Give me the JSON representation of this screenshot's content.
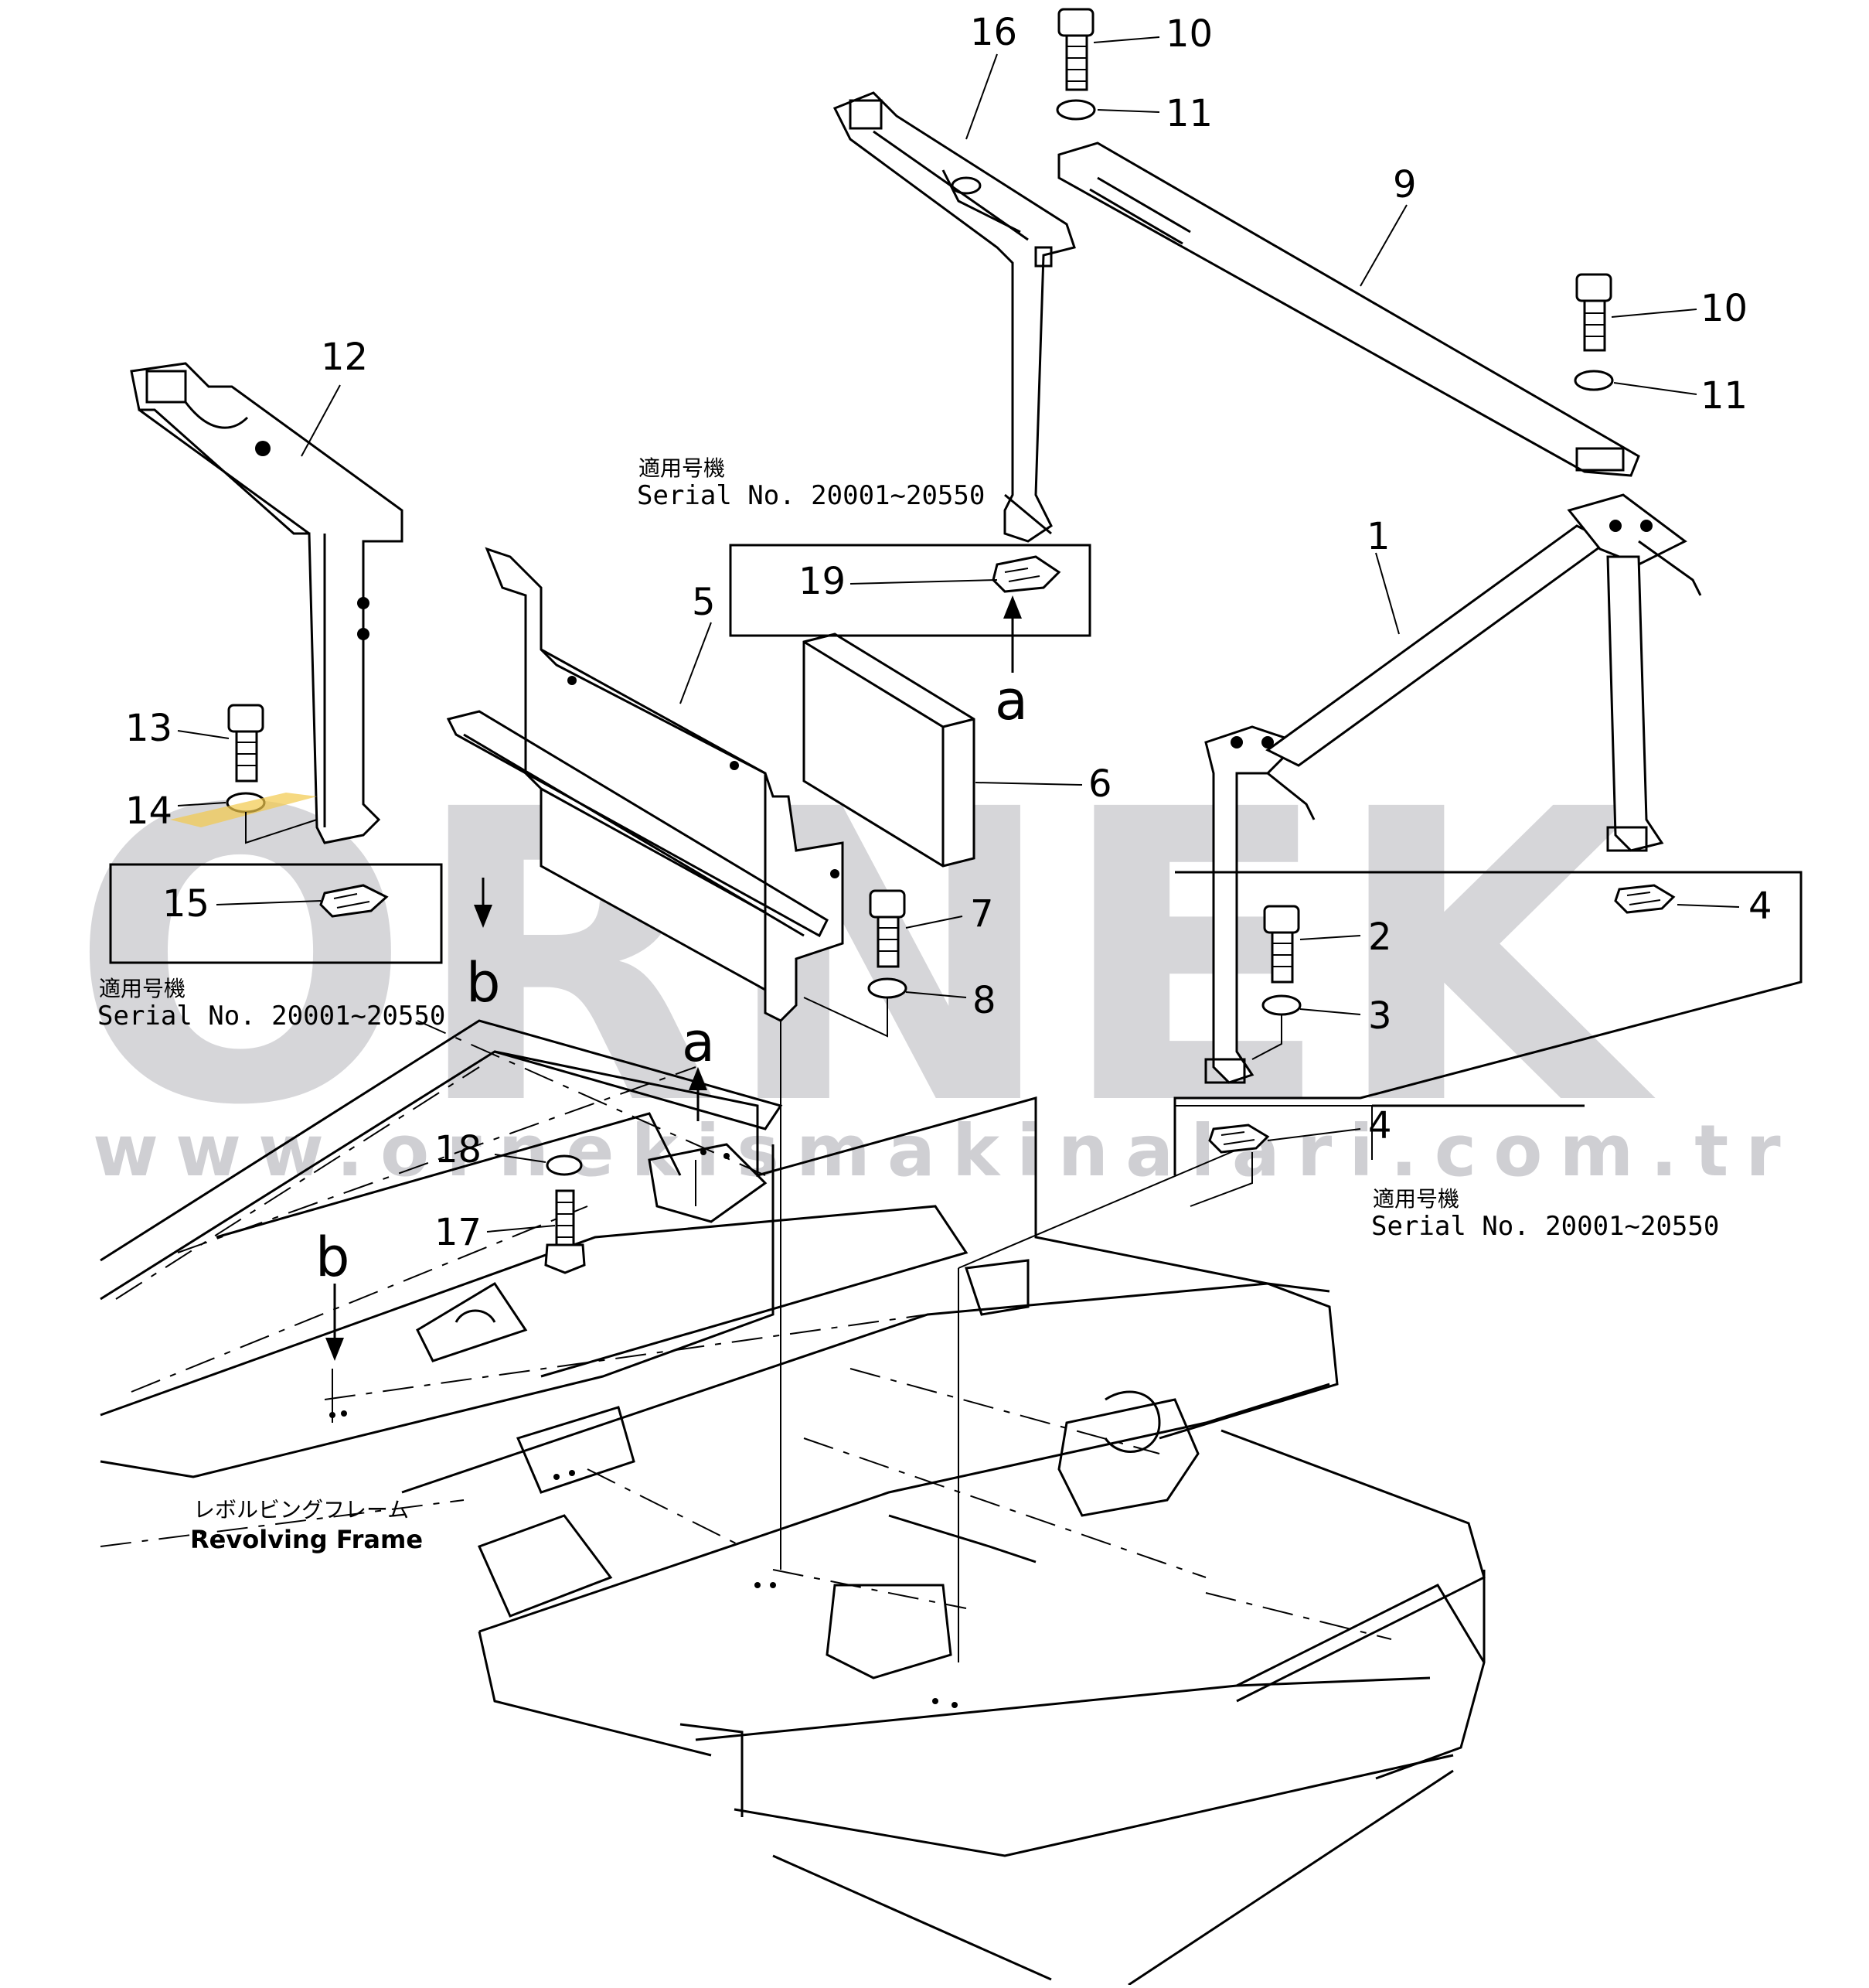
{
  "watermark": {
    "brand": "ORNEK",
    "url": "www.ornekismakinalari.com.tr"
  },
  "serial_notes": {
    "jp_label": "適用号機",
    "serial_text": "Serial  No.  20001~20550"
  },
  "frame_label": {
    "jp": "レボルビングフレーム",
    "en": "Revolving  Frame"
  },
  "part_numbers": [
    "1",
    "2",
    "3",
    "4",
    "4",
    "5",
    "6",
    "7",
    "8",
    "9",
    "10",
    "10",
    "11",
    "11",
    "12",
    "13",
    "14",
    "15",
    "16",
    "17",
    "18",
    "19"
  ],
  "view_letters": [
    "a",
    "a",
    "b",
    "b"
  ],
  "colors": {
    "line": "#000000",
    "watermark": "#d6d6d9",
    "highlight": "#f2c94c"
  }
}
